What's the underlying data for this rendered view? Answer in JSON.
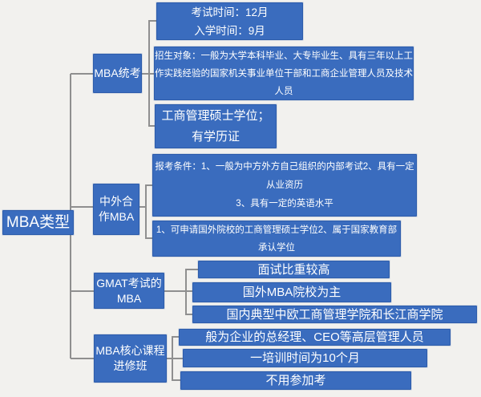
{
  "root": {
    "label": "MBA类型"
  },
  "branches": [
    {
      "label": "MBA统考",
      "children": [
        {
          "text": "考试时间：12月\n入学时间：9月"
        },
        {
          "text": "招生对象：一般为大学本科毕业、大专毕业生、具有三年以上工\n作实践经验的国家机关事业单位干部和工商企业管理人员及技术\n人员"
        },
        {
          "text": "工商管理硕士学位；\n有学历证"
        }
      ]
    },
    {
      "label": "中外合\n作MBA",
      "children": [
        {
          "text": "报考条件：1、一般为中方外方自己组织的内部考试2、具有一定\n从业资历\n3、具有一定的英语水平"
        },
        {
          "text": "1、可申请国外院校的工商管理硕士学位2、属于国家教育部\n承认学位"
        }
      ]
    },
    {
      "label": "GMAT考试的\nMBA",
      "children": [
        {
          "text": "面试比重较高"
        },
        {
          "text": "国外MBA院校为主"
        },
        {
          "text": "国内典型中欧工商管理学院和长江商学院"
        }
      ]
    },
    {
      "label": "MBA核心课程\n进修班",
      "children": [
        {
          "text": "般为企业的总经理、CEO等高层管理人员"
        },
        {
          "text": "一培训时间为10个月"
        },
        {
          "text": "不用参加考"
        }
      ]
    }
  ],
  "colors": {
    "node_fill": "#3a6cbe",
    "node_border": "#2d5cab",
    "connector": "#8f8f8f",
    "background": "#f2f1ee",
    "text": "#ffffff"
  }
}
